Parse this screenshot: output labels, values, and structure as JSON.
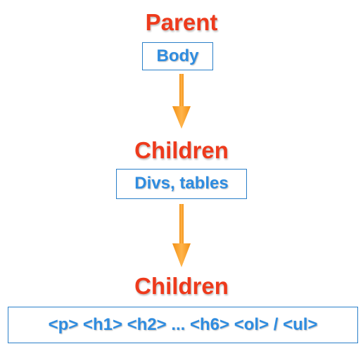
{
  "diagram": {
    "levels": [
      {
        "title": "Parent",
        "box": "Body"
      },
      {
        "title": "Children",
        "box": "Divs, tables"
      },
      {
        "title": "Children",
        "box": "<p> <h1> <h2> ... <h6> <ol> / <ul>"
      }
    ],
    "colors": {
      "title": "#ee3a1c",
      "box_text": "#2e8ce0",
      "box_border": "#2a7fc9",
      "arrow": "#f7931e"
    }
  }
}
